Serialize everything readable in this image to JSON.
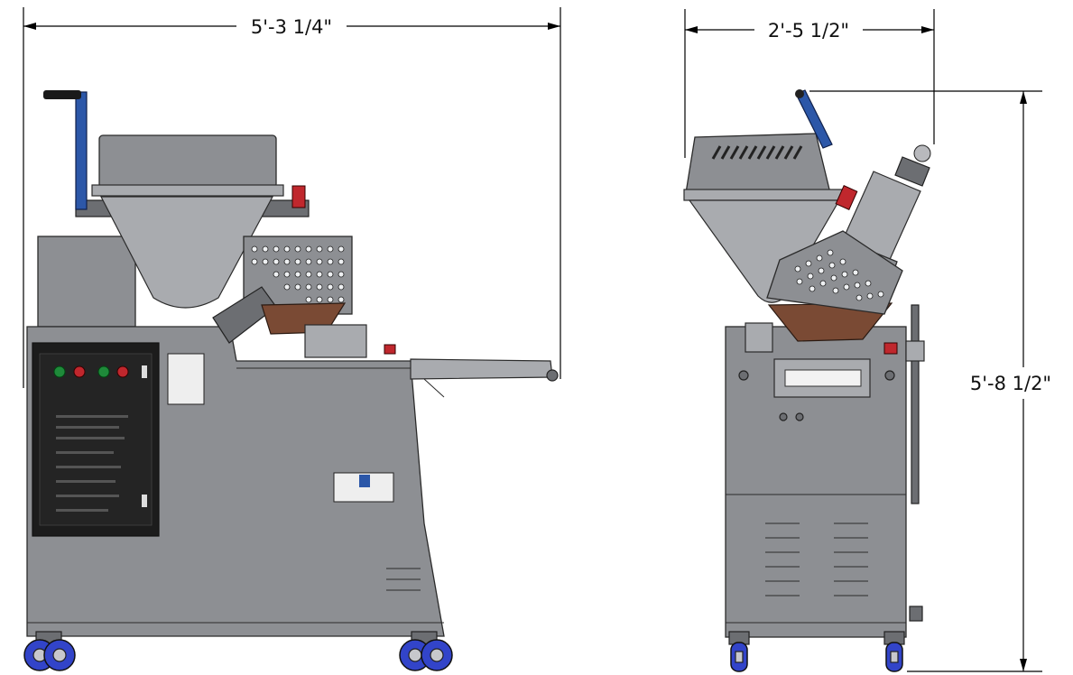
{
  "dimensions": {
    "side_width": "5'-3 1/4\"",
    "front_width": "2'-5 1/2\"",
    "height": "5'-8 1/2\""
  },
  "colors": {
    "body": "#8d8f93",
    "wheels": "#3244c9",
    "hopper_bowl": "#7a4a34",
    "handle": "#2c57a8",
    "buttons_red": "#c0272d",
    "buttons_green": "#1f8a3a"
  }
}
